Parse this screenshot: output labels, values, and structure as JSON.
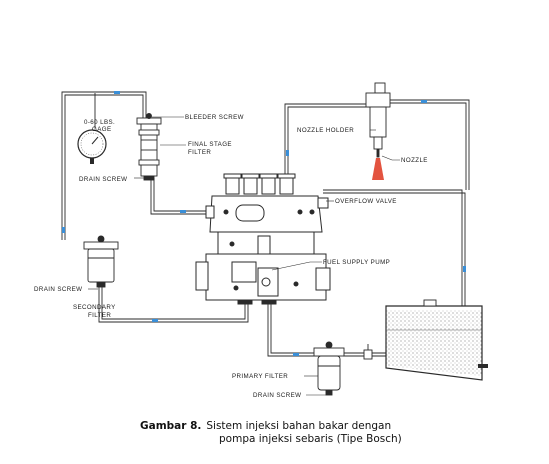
{
  "labels": {
    "gage": [
      "0-60 LBS.",
      "GAGE"
    ],
    "bleeder_screw": "BLEEDER SCREW",
    "final_stage_filter": [
      "FINAL STAGE",
      "FILTER"
    ],
    "drain_screw_top": "DRAIN SCREW",
    "nozzle_holder": "NOZZLE HOLDER",
    "nozzle": "NOZZLE",
    "overflow_valve": "OVERFLOW VALVE",
    "fuel_supply_pump": "FUEL SUPPLY PUMP",
    "drain_screw_left": "DRAIN SCREW",
    "secondary_filter": [
      "SECONDARY",
      "FILTER"
    ],
    "primary_filter": "PRIMARY FILTER",
    "drain_screw_bottom": "DRAIN SCREW"
  },
  "caption": {
    "number": "Gambar 8.",
    "line1": "Sistem injeksi bahan bakar dengan",
    "line2": "pompa injeksi sebaris (Tipe Bosch)"
  },
  "colors": {
    "line": "#2a2a2a",
    "flow_arrow": "#3a8fd8",
    "spray": "#e0402a",
    "fuel": "#9a9a9a"
  }
}
